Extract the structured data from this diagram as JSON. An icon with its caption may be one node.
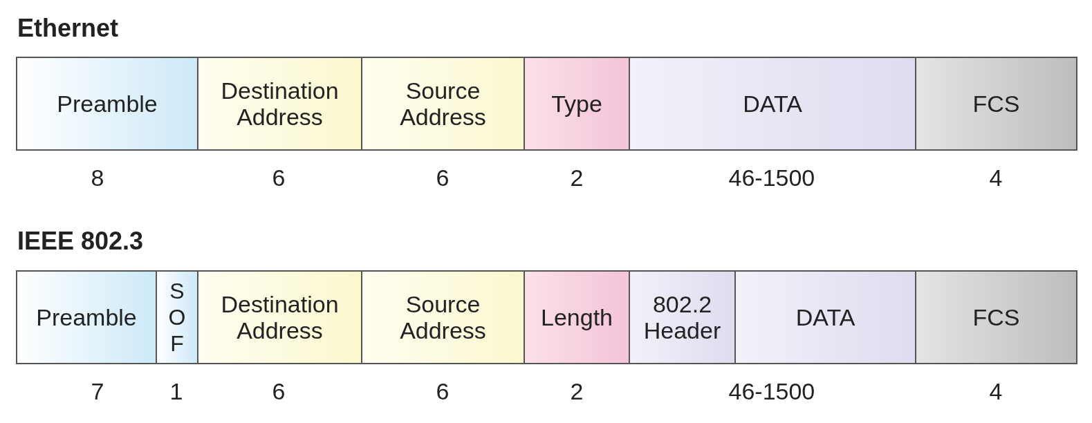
{
  "diagram": {
    "nodes": [
      {
        "text": [
          "Preamble"
        ]
      },
      {
        "text": [
          "Destination Address"
        ]
      },
      {
        "text": [
          "Source Address"
        ]
      },
      {
        "text": [
          "Type"
        ]
      },
      {
        "text": [
          "DATA"
        ]
      },
      {
        "text": [
          "FCS"
        ]
      },
      {
        "text": [
          "Preamble"
        ]
      },
      {
        "text": [
          "SOF"
        ]
      },
      {
        "text": [
          "Destination Address"
        ]
      },
      {
        "text": [
          "Source Address"
        ]
      },
      {
        "text": [
          "Length"
        ]
      },
      {
        "text": [
          "802.2 Header"
        ]
      },
      {
        "text": [
          "DATA"
        ]
      },
      {
        "text": [
          "FCS"
        ]
      }
    ],
    "labels": [
      "Ethernet",
      "8",
      "6",
      "6",
      "2",
      "46-1500",
      "4",
      "IEEE 802.3",
      "7",
      "1",
      "6",
      "6",
      "2",
      "46-1500",
      "4"
    ]
  }
}
